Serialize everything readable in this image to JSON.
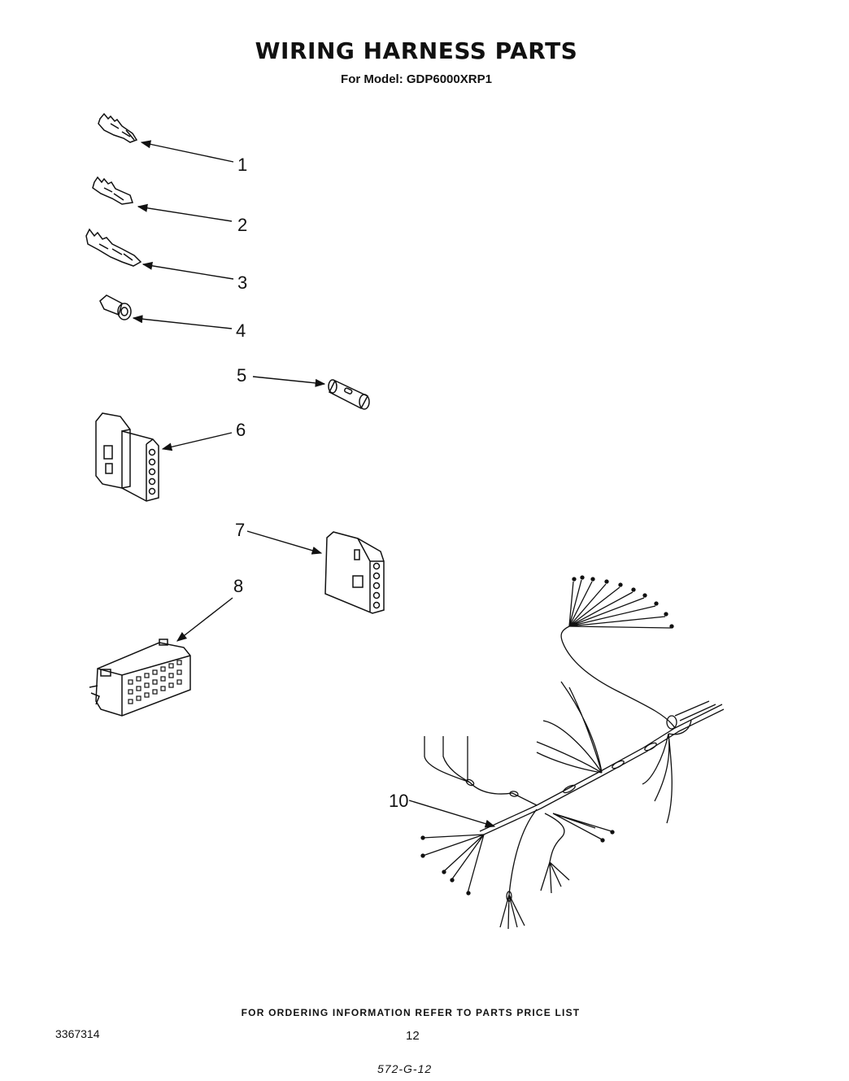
{
  "header": {
    "title": "WIRING HARNESS PARTS",
    "model_line": "For Model: GDP6000XRP1"
  },
  "callouts": [
    "1",
    "2",
    "3",
    "4",
    "5",
    "6",
    "7",
    "8",
    "10"
  ],
  "footer": {
    "ordering_note": "FOR ORDERING INFORMATION REFER TO PARTS PRICE LIST",
    "document_number": "3367314",
    "page_number": "12",
    "handwritten_code": "572-G-12"
  }
}
